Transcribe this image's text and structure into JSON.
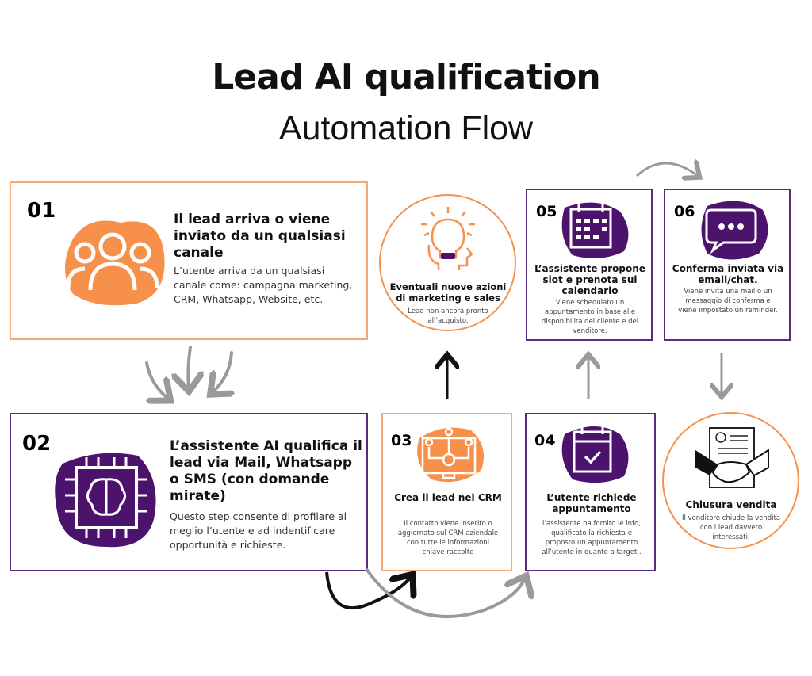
{
  "title": {
    "line1": "Lead AI qualification",
    "line2": "Automation Flow"
  },
  "colors": {
    "orange": "#f7904a",
    "purple": "#4b136b",
    "gray": "#9a9a9a"
  },
  "steps": [
    {
      "num": "01",
      "title": "Il  lead arriva o viene inviato da un qualsiasi canale",
      "text": "L’utente arriva da un qualsiasi canale come: campagna marketing, CRM, Whatsapp, Website, etc.",
      "icon": "users-group-icon"
    },
    {
      "num": "02",
      "title": "L’assistente AI qualifica il lead via Mail, Whatsapp o SMS (con domande mirate)",
      "text": "Questo step consente di profilare al meglio l’utente e ad indentificare opportunità e richieste.",
      "icon": "ai-brain-chip-icon"
    },
    {
      "num": "03",
      "title": "Crea il lead nel CRM",
      "text": "Il contatto viene inserito o aggiornato sul CRM aziendale con tutte le informazioni chiave raccolte",
      "icon": "crm-network-icon"
    },
    {
      "num": "04",
      "title": "L’utente richiede appuntamento",
      "text": "l’assistente ha fornito le info, qualificato la richiesta e proposto un appuntamento all’utente in quanto a target..",
      "icon": "calendar-check-icon"
    },
    {
      "num": "05",
      "title": "L’assistente propone slot e prenota sul calendario",
      "text": "Viene schedulato un appuntamento in base alle disponibilità del cliente e del venditore.",
      "icon": "calendar-grid-icon"
    },
    {
      "num": "06",
      "title": "Conferma inviata via email/chat.",
      "text": "Viene invita una mail o un messaggio di conferma e viene impostato un reminder.",
      "icon": "chat-bubbles-icon"
    }
  ],
  "branch": {
    "title": "Eventuali nuove azioni di marketing e sales",
    "text": "Lead non ancora pronto all’acquisto.",
    "icon": "lightbulb-head-icon"
  },
  "closing": {
    "title": "Chiusura vendita",
    "text": "Il venditore chiude la vendita con i lead davvero interessati.",
    "icon": "handshake-contract-icon"
  }
}
